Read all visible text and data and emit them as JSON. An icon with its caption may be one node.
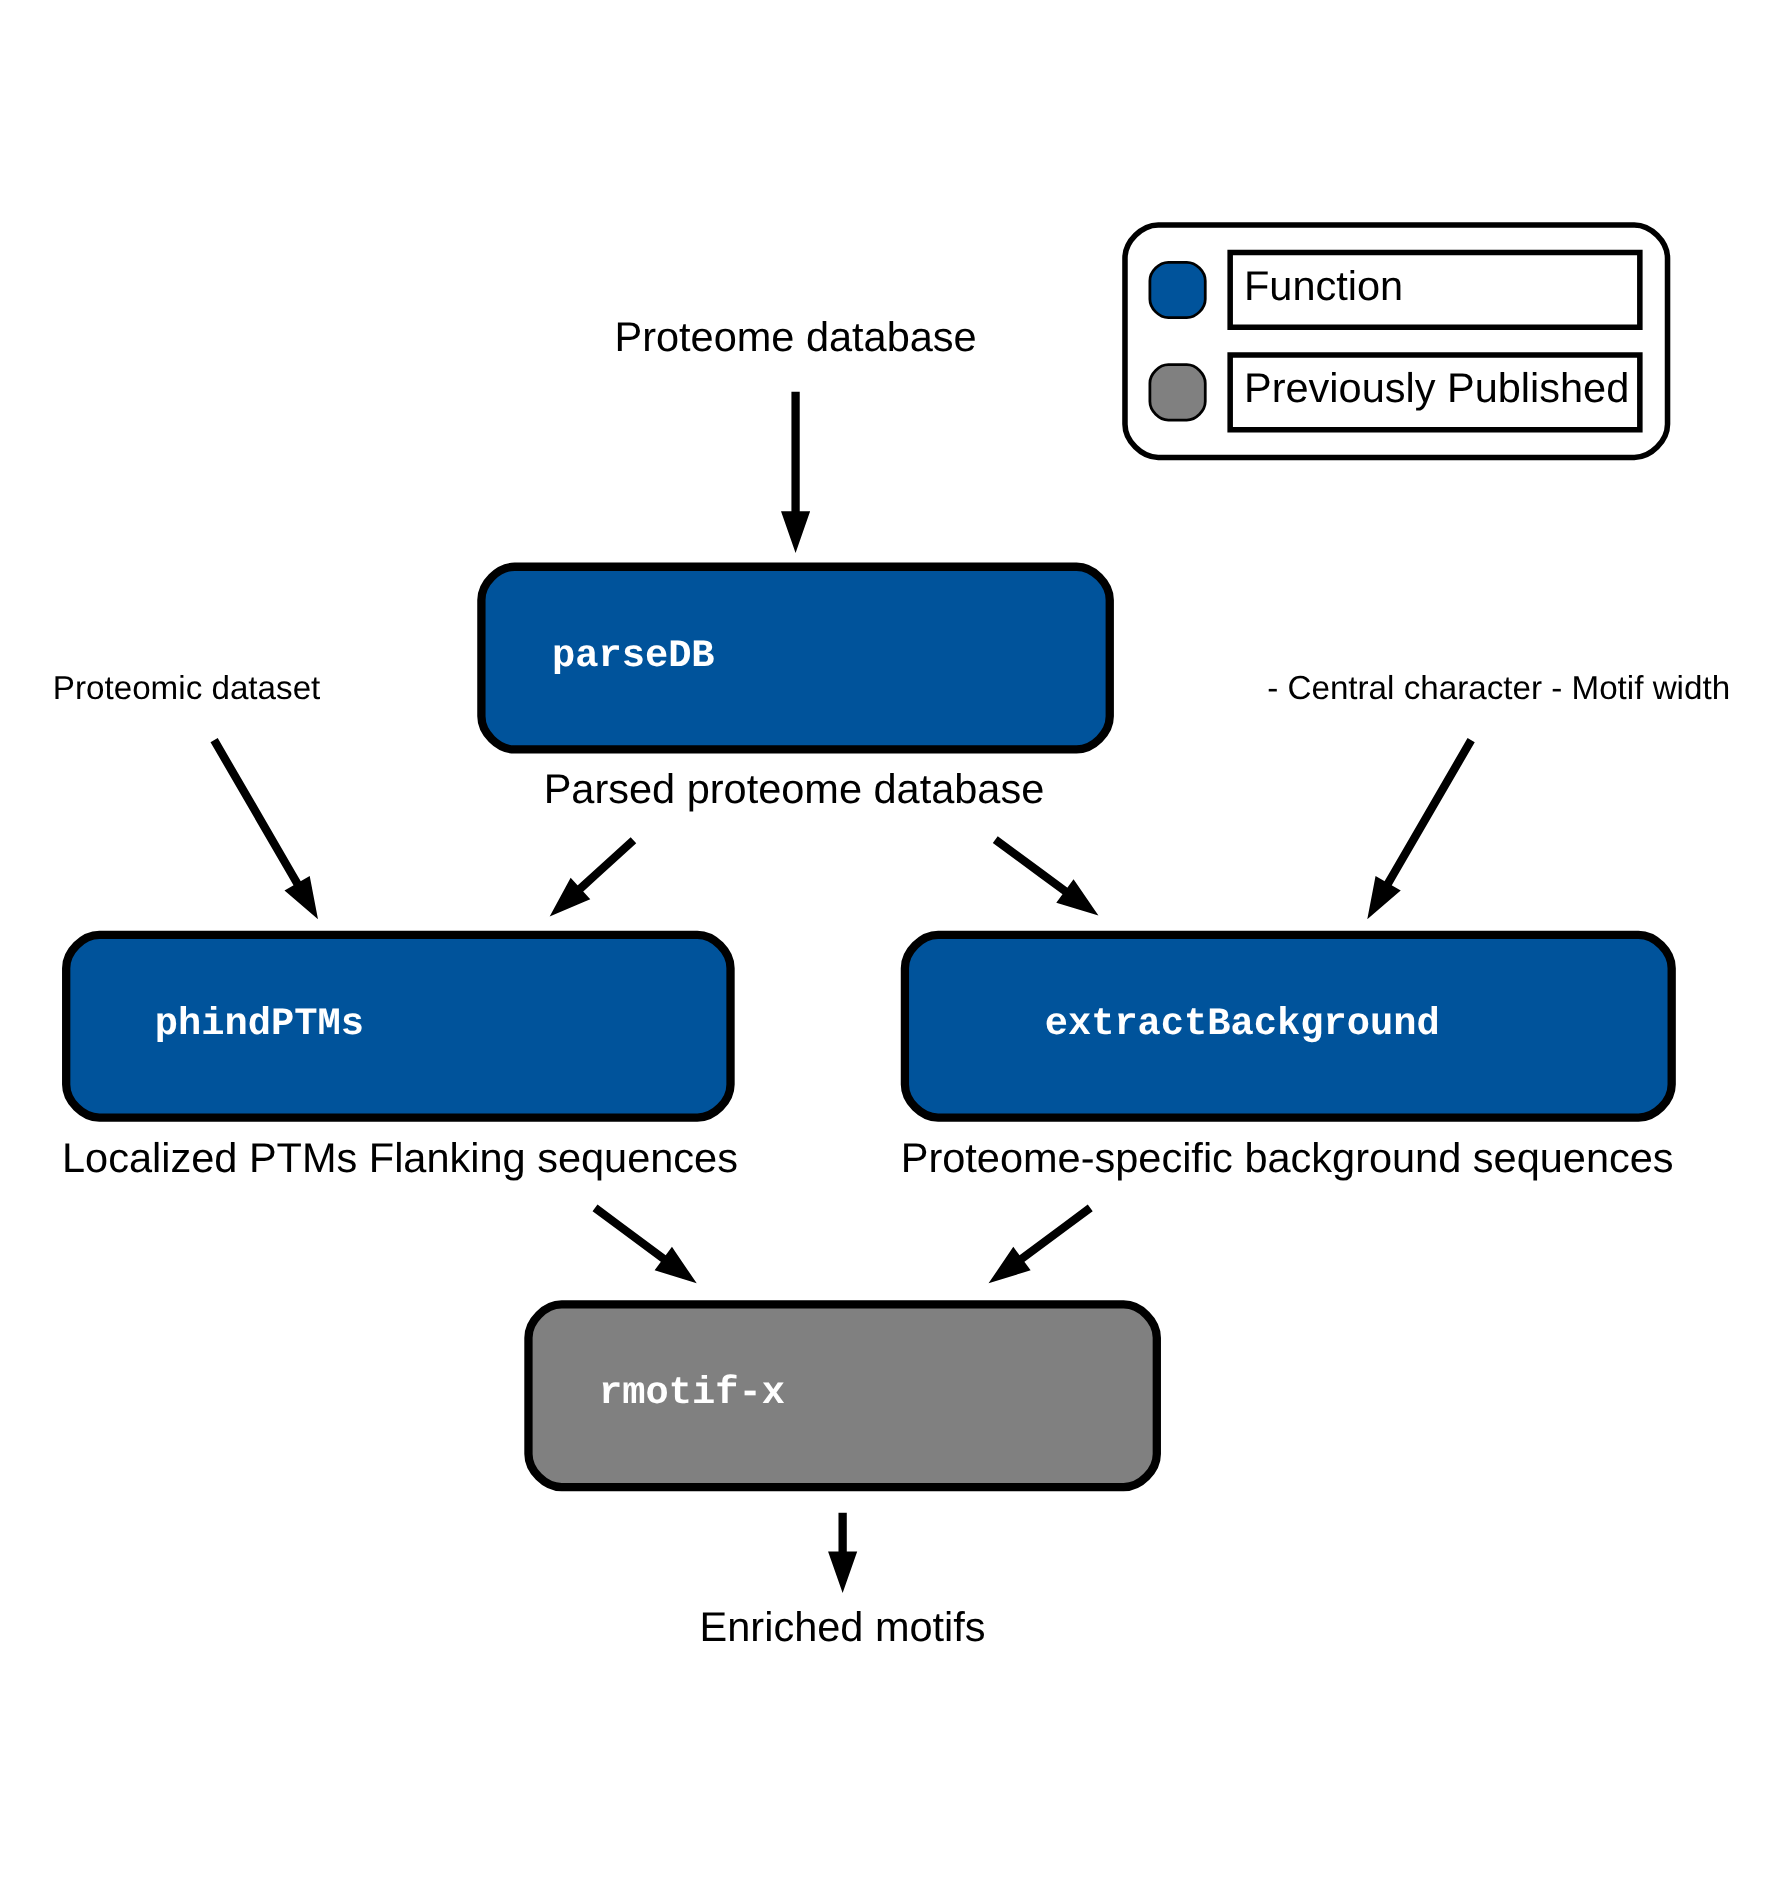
{
  "diagram": {
    "nodes": [
      {
        "text": [
          "Proteome database"
        ]
      },
      {
        "text": [
          "parseDB"
        ],
        "beside": [
          "Parsed proteome database"
        ]
      },
      {
        "text": [
          "Proteomic dataset"
        ]
      },
      {
        "text": [
          "- Central character - Motif width"
        ]
      },
      {
        "text": [
          "phindPTMs"
        ],
        "beside": [
          "Localized PTMs Flanking sequences"
        ]
      },
      {
        "text": [
          "extractBackground"
        ],
        "beside": [
          "Proteome-specific background sequences"
        ]
      },
      {
        "text": [
          "rmotif-x"
        ]
      },
      {
        "text": [
          "Enriched motifs"
        ]
      }
    ],
    "edges": [
      {
        "from": 0,
        "to": 1,
        "arrow": "to"
      },
      {
        "from": 2,
        "to": 4,
        "arrow": "to"
      },
      {
        "from": 1,
        "to": 4,
        "arrow": "to"
      },
      {
        "from": 1,
        "to": 5,
        "arrow": "to"
      },
      {
        "from": 3,
        "to": 5,
        "arrow": "to"
      },
      {
        "from": 4,
        "to": 6,
        "arrow": "to"
      },
      {
        "from": 5,
        "to": 6,
        "arrow": "to"
      },
      {
        "from": 6,
        "to": 7,
        "arrow": "to"
      }
    ],
    "legend": [
      {
        "text": "Function",
        "color": "#00539b"
      },
      {
        "text": "Previously Published",
        "color": "#808080"
      }
    ]
  }
}
